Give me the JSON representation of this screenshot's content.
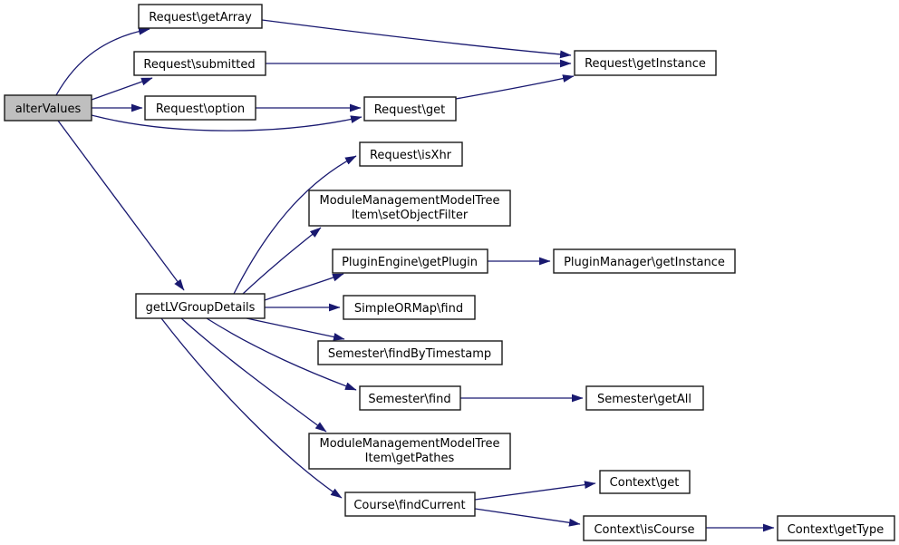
{
  "diagram": {
    "type": "call-graph",
    "colors": {
      "edge": "#191970",
      "node_fill": "#ffffff",
      "node_border": "#1a1a1a",
      "highlight_fill": "#bfbfbf",
      "text": "#000000",
      "background": "#ffffff"
    },
    "nodes": {
      "alterValues": {
        "label": "alterValues",
        "highlighted": true
      },
      "requestGetArray": {
        "label": "Request\\getArray"
      },
      "requestSubmitted": {
        "label": "Request\\submitted"
      },
      "requestOption": {
        "label": "Request\\option"
      },
      "requestGet": {
        "label": "Request\\get"
      },
      "requestGetInstance": {
        "label": "Request\\getInstance"
      },
      "requestIsXhr": {
        "label": "Request\\isXhr"
      },
      "mmmtItemSetObjectFilter": {
        "line1": "ModuleManagementModelTree",
        "line2": "Item\\setObjectFilter"
      },
      "pluginEngineGetPlugin": {
        "label": "PluginEngine\\getPlugin"
      },
      "pluginManagerGetInstance": {
        "label": "PluginManager\\getInstance"
      },
      "simpleORMapFind": {
        "label": "SimpleORMap\\find"
      },
      "getLVGroupDetails": {
        "label": "getLVGroupDetails"
      },
      "semesterFindByTimestamp": {
        "label": "Semester\\findByTimestamp"
      },
      "semesterFind": {
        "label": "Semester\\find"
      },
      "semesterGetAll": {
        "label": "Semester\\getAll"
      },
      "mmmtItemGetPathes": {
        "line1": "ModuleManagementModelTree",
        "line2": "Item\\getPathes"
      },
      "courseFindCurrent": {
        "label": "Course\\findCurrent"
      },
      "contextGet": {
        "label": "Context\\get"
      },
      "contextIsCourse": {
        "label": "Context\\isCourse"
      },
      "contextGetType": {
        "label": "Context\\getType"
      }
    },
    "edges": [
      {
        "from": "alterValues",
        "to": "requestGetArray"
      },
      {
        "from": "alterValues",
        "to": "requestSubmitted"
      },
      {
        "from": "alterValues",
        "to": "requestOption"
      },
      {
        "from": "alterValues",
        "to": "requestGet"
      },
      {
        "from": "alterValues",
        "to": "getLVGroupDetails"
      },
      {
        "from": "requestGetArray",
        "to": "requestGetInstance"
      },
      {
        "from": "requestSubmitted",
        "to": "requestGetInstance"
      },
      {
        "from": "requestGet",
        "to": "requestGetInstance"
      },
      {
        "from": "requestOption",
        "to": "requestGet"
      },
      {
        "from": "getLVGroupDetails",
        "to": "requestIsXhr"
      },
      {
        "from": "getLVGroupDetails",
        "to": "mmmtItemSetObjectFilter"
      },
      {
        "from": "getLVGroupDetails",
        "to": "pluginEngineGetPlugin"
      },
      {
        "from": "getLVGroupDetails",
        "to": "simpleORMapFind"
      },
      {
        "from": "getLVGroupDetails",
        "to": "semesterFindByTimestamp"
      },
      {
        "from": "getLVGroupDetails",
        "to": "semesterFind"
      },
      {
        "from": "getLVGroupDetails",
        "to": "mmmtItemGetPathes"
      },
      {
        "from": "getLVGroupDetails",
        "to": "courseFindCurrent"
      },
      {
        "from": "pluginEngineGetPlugin",
        "to": "pluginManagerGetInstance"
      },
      {
        "from": "semesterFind",
        "to": "semesterGetAll"
      },
      {
        "from": "courseFindCurrent",
        "to": "contextGet"
      },
      {
        "from": "courseFindCurrent",
        "to": "contextIsCourse"
      },
      {
        "from": "contextIsCourse",
        "to": "contextGetType"
      }
    ]
  }
}
